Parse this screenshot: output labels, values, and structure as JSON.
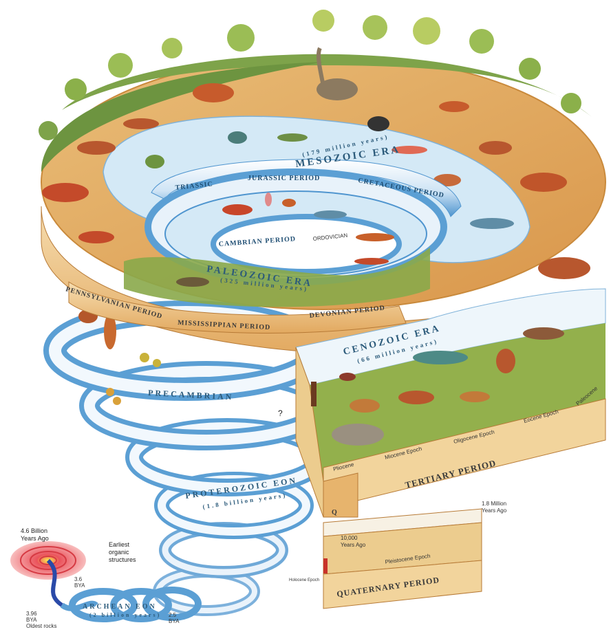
{
  "eras": {
    "mesozoic": "MESOZOIC ERA",
    "mesozoic_span": "(179 million years)",
    "paleozoic": "PALEOZOIC ERA",
    "paleozoic_span": "(325 million years)",
    "cenozoic": "CENOZOIC ERA",
    "cenozoic_span": "(66 million years)",
    "proterozoic": "PROTEROZOIC EON",
    "proterozoic_span": "(1.8 billion years)",
    "archean": "ARCHEAN EON",
    "archean_span": "(2 billion years)",
    "precambrian": "PRECAMBRIAN"
  },
  "periods": {
    "triassic": "TRIASSIC",
    "jurassic": "JURASSIC PERIOD",
    "cretaceous": "CRETACEOUS PERIOD",
    "cambrian": "CAMBRIAN PERIOD",
    "ordovician": "ORDOVICIAN",
    "pennsylvanian": "PENNSYLVANIAN PERIOD",
    "mississippian": "MISSISSIPPIAN PERIOD",
    "devonian": "DEVONIAN PERIOD",
    "tertiary": "TERTIARY PERIOD",
    "quaternary": "QUATERNARY PERIOD"
  },
  "epochs": {
    "pliocene": "Pliocene",
    "miocene": "Miocene Epoch",
    "oligocene": "Oligocene Epoch",
    "eocene": "Eocene Epoch",
    "paleocene": "Paleocene",
    "pleistocene": "Pleistocene Epoch",
    "holocene": "Holocene Epoch",
    "q_label": "Q"
  },
  "annotations": {
    "age_top": "4.6 Billion",
    "age_bottom": "Years Ago",
    "earliest_1": "Earliest",
    "earliest_2": "organic",
    "earliest_3": "structures",
    "million_1": "1.8 Million",
    "million_2": "Years Ago",
    "yrs_1": "10,000",
    "yrs_2": "Years Ago",
    "bya_396": "3.96",
    "bya_unit_a": "BYA",
    "oldest": "Oldest rocks",
    "bya_25": "2.5",
    "bya_unit_b": "BYA",
    "bya_36": "3.6",
    "bya_unit_c": "BYA",
    "question": "?"
  },
  "colors": {
    "ocean": "#d4e9f6",
    "ribbon_blue": "#5b9fd4",
    "ribbon_light": "#eaf3fb",
    "land": "#e6b36a",
    "land_edge": "#c98a3c",
    "forest": "#7ea34a",
    "strata": "#f2d49c"
  }
}
